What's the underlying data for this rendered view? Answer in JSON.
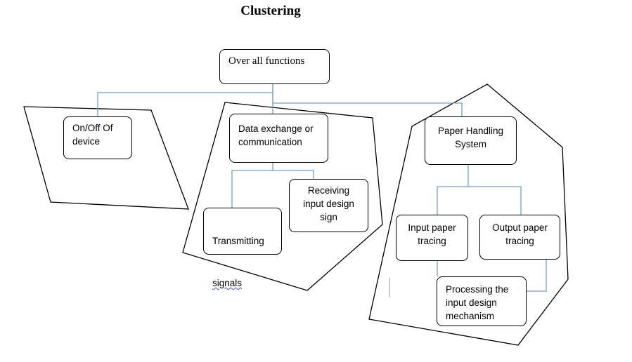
{
  "title": "Clustering",
  "nodes": {
    "root": "Over all functions",
    "onoff": "On/Off Of\ndevice",
    "data_exchange": "Data exchange or\ncommunication",
    "transmitting": "Transmitting",
    "transmitting_2": "signals",
    "receiving": "Receiving\ninput design\nsign",
    "paper_handling": "Paper Handling\nSystem",
    "input_tracing": "Input paper\ntracing",
    "output_tracing": "Output paper\ntracing",
    "processing": "Processing the\ninput design\nmechanism"
  },
  "colors": {
    "connector": "#6fa0d0",
    "outline": "#000000"
  }
}
